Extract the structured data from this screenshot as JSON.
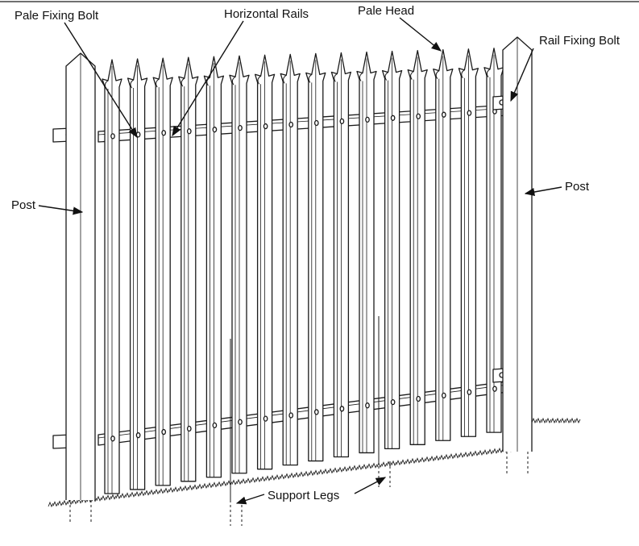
{
  "labels": {
    "pale_fixing_bolt": "Pale Fixing Bolt",
    "horizontal_rails": "Horizontal Rails",
    "pale_head": "Pale Head",
    "rail_fixing_bolt": "Rail Fixing Bolt",
    "post_left": "Post",
    "post_right": "Post",
    "support_legs": "Support Legs"
  }
}
